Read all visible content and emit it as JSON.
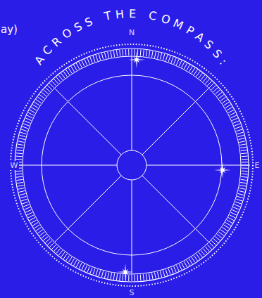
{
  "diagram": {
    "title": "ACROSS THE COMPASS:",
    "labels": [
      "ay)",
      "N",
      "E",
      "S",
      "W"
    ]
  }
}
